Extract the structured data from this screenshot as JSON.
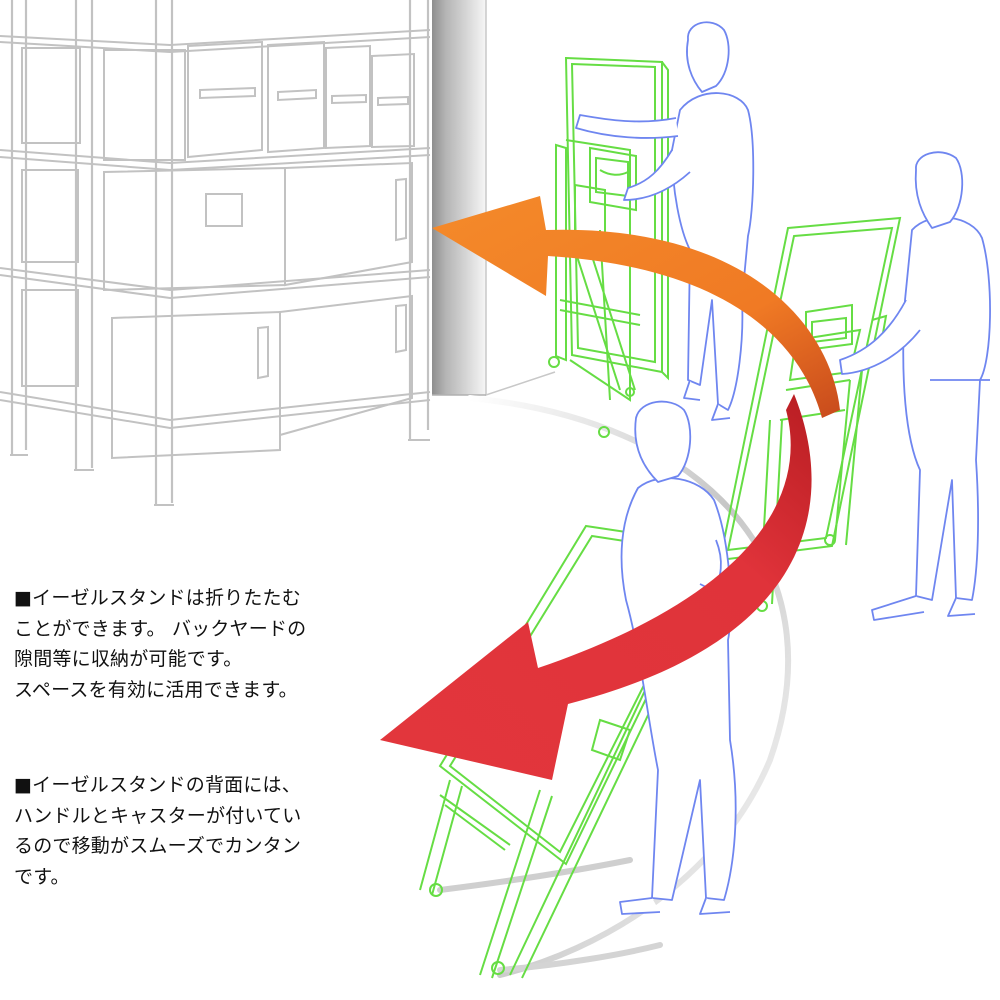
{
  "notes": [
    {
      "lines": [
        "■イーゼルスタンドは折りたたむ",
        "ことができます。 バックヤードの",
        "隙間等に収納が可能です。",
        "スペースを有効に活用できます。"
      ]
    },
    {
      "lines": [
        "■イーゼルスタンドの背面には、",
        "ハンドルとキャスターが付いてい",
        "るので移動がスムーズでカンタン",
        "です。"
      ]
    }
  ],
  "colors": {
    "easel_frame": "#66dd44",
    "person_outline": "#6f86f0",
    "shelf_outline": "#c2c2c2",
    "arrow_upper": "#f07a24",
    "arrow_lower": "#e0333a",
    "wall_shadow": "#9c9c9c"
  },
  "icons": {
    "arrow_upper": "curved-arrow-left-icon",
    "arrow_lower": "curved-arrow-left-icon"
  }
}
